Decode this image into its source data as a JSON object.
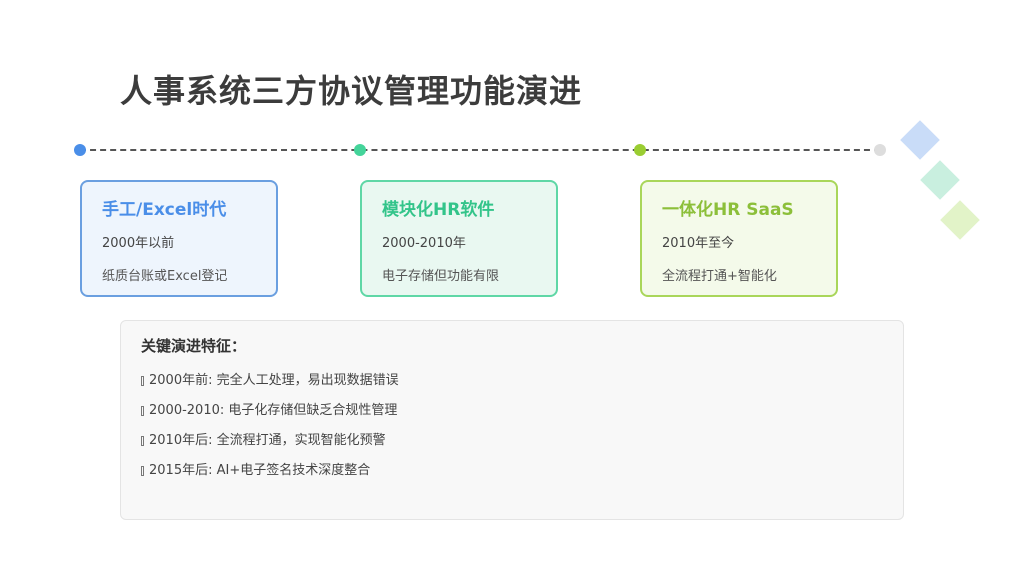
{
  "title": "人事系统三方协议管理功能演进",
  "stages": [
    {
      "title": "手工/Excel时代",
      "period": "2000年以前",
      "desc": "纸质台账或Excel登记",
      "color": "#4a8ee8"
    },
    {
      "title": "模块化HR软件",
      "period": "2000-2010年",
      "desc": "电子存储但功能有限",
      "color": "#33c48a"
    },
    {
      "title": "一体化HR SaaS",
      "period": "2010年至今",
      "desc": "全流程打通+智能化",
      "color": "#8cbf3a"
    }
  ],
  "features": {
    "title": "关键演进特征：",
    "items": [
      "2000年前: 完全人工处理，易出现数据错误",
      "2000-2010: 电子化存储但缺乏合规性管理",
      "2010年后: 全流程打通，实现智能化预警",
      "2015年后: AI+电子签名技术深度整合"
    ]
  }
}
